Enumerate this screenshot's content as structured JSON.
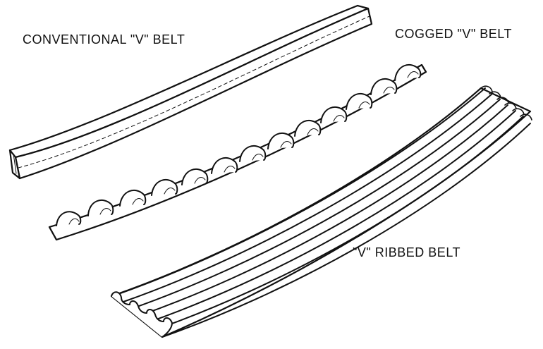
{
  "labels": {
    "conventional": "CONVENTIONAL \"V\" BELT",
    "cogged": "COGGED \"V\" BELT",
    "ribbed": "\"V\" RIBBED BELT"
  },
  "colors": {
    "ink": "#111111",
    "paper": "#ffffff"
  }
}
